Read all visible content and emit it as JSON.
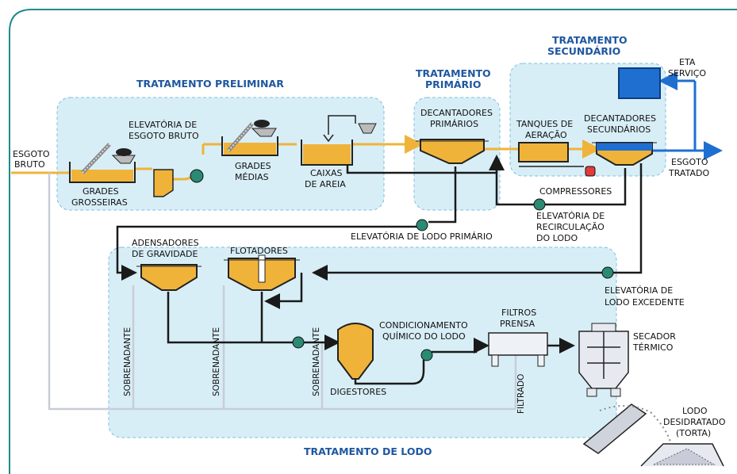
{
  "colors": {
    "frame": "#1f8a8a",
    "zone_fill": "#d8eef7",
    "zone_stroke": "#7fbfdc",
    "sewage": "#f0b33a",
    "sludge": "#1a1a1a",
    "return": "#c9ccd8",
    "treated": "#1f6fd1",
    "pump": "#2b8a74",
    "compressor": "#e53a3a",
    "title": "#1f57a0"
  },
  "sections": {
    "preliminar": "TRATAMENTO PRELIMINAR",
    "primario_1": "TRATAMENTO",
    "primario_2": "PRIMÁRIO",
    "secundario_1": "TRATAMENTO",
    "secundario_2": "SECUNDÁRIO",
    "lodo": "TRATAMENTO DE LODO"
  },
  "labels": {
    "esgoto_bruto_1": "ESGOTO",
    "esgoto_bruto_2": "BRUTO",
    "grades_grosseiras_1": "GRADES",
    "grades_grosseiras_2": "GROSSEIRAS",
    "elevatoria_bruto_1": "ELEVATÓRIA DE",
    "elevatoria_bruto_2": "ESGOTO BRUTO",
    "grades_medias_1": "GRADES",
    "grades_medias_2": "MÉDIAS",
    "caixas_areia_1": "CAIXAS",
    "caixas_areia_2": "DE AREIA",
    "decantadores_primarios_1": "DECANTADORES",
    "decantadores_primarios_2": "PRIMÁRIOS",
    "tanques_aeracao_1": "TANQUES DE",
    "tanques_aeracao_2": "AERAÇÃO",
    "decantadores_secundarios_1": "DECANTADORES",
    "decantadores_secundarios_2": "SECUNDÁRIOS",
    "eta_servico_1": "ETA",
    "eta_servico_2": "SERVIÇO",
    "esgoto_tratado_1": "ESGOTO",
    "esgoto_tratado_2": "TRATADO",
    "compressores": "COMPRESSORES",
    "elevatoria_recirculacao_1": "ELEVATÓRIA DE",
    "elevatoria_recirculacao_2": "RECIRCULAÇÃO",
    "elevatoria_recirculacao_3": "DO LODO",
    "elevatoria_lodo_primario": "ELEVATÓRIA DE LODO PRIMÁRIO",
    "adensadores_1": "ADENSADORES",
    "adensadores_2": "DE GRAVIDADE",
    "flotadores": "FLOTADORES",
    "elevatoria_excedente_1": "ELEVATÓRIA DE",
    "elevatoria_excedente_2": "LODO EXCEDENTE",
    "condicionamento_1": "CONDICIONAMENTO",
    "condicionamento_2": "QUÍMICO DO LODO",
    "filtros_prensa_1": "FILTROS",
    "filtros_prensa_2": "PRENSA",
    "secador_1": "SECADOR",
    "secador_2": "TÉRMICO",
    "digestores": "DIGESTORES",
    "lodo_desidratado_1": "LODO",
    "lodo_desidratado_2": "DESIDRATADO",
    "lodo_desidratado_3": "(TORTA)",
    "sobrenadante": "SOBRENADANTE",
    "filtrado": "FILTRADO"
  }
}
